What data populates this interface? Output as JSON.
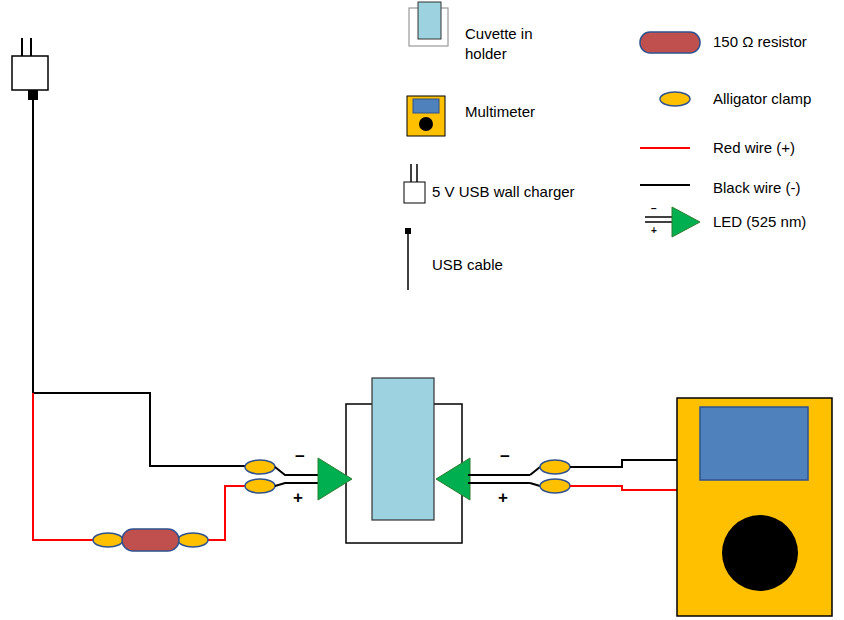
{
  "diagram": {
    "labels": [
      "−",
      "+",
      "−",
      "+",
      "−",
      "+"
    ],
    "legend": [
      {
        "text": "Cuvette in holder"
      },
      {
        "text": "Multimeter"
      },
      {
        "text": "5 V USB wall charger"
      },
      {
        "text": "USB cable"
      },
      {
        "text": "150 Ω resistor"
      },
      {
        "text": "Alligator clamp"
      },
      {
        "text": "Red wire (+)"
      },
      {
        "text": "Black wire (-)"
      },
      {
        "text": "LED (525 nm)"
      }
    ]
  }
}
